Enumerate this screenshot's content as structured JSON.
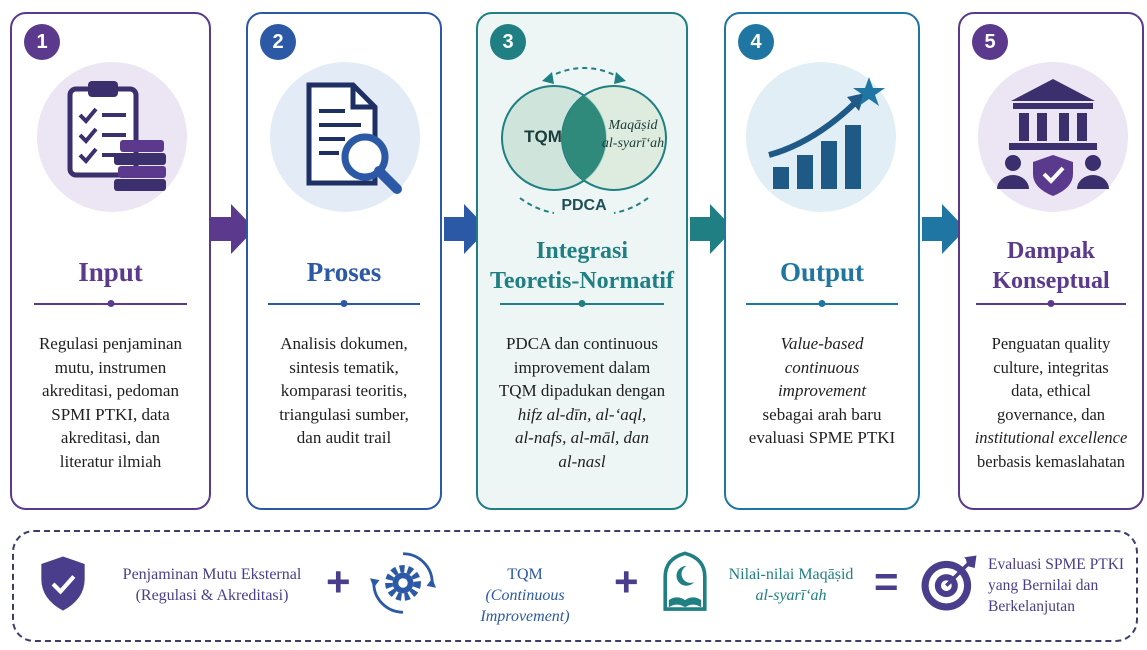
{
  "cards": [
    {
      "number": "1",
      "title": "Input",
      "lines": [
        "Regulasi penjaminan",
        "mutu, instrumen",
        "akreditasi, pedoman",
        "SPMI PTKI, data",
        "akreditasi, dan",
        "literatur ilmiah"
      ],
      "color": "#5b3a8e"
    },
    {
      "number": "2",
      "title": "Proses",
      "lines": [
        "Analisis dokumen,",
        "sintesis tematik,",
        "komparasi teoritis,",
        "triangulasi sumber,",
        "dan audit trail"
      ],
      "color": "#2c59a6"
    },
    {
      "number": "3",
      "title_lines": [
        "Integrasi",
        "Teoretis-Normatif"
      ],
      "lines": [
        "PDCA dan continuous",
        "improvement dalam",
        "TQM dipadukan dengan",
        "hifz al-dīn, al-‘aql,",
        "al-nafs, al-māl, dan",
        "al-nasl"
      ],
      "color": "#1f7f83",
      "venn": {
        "left": "TQM",
        "right_l1": "Maqāṣid",
        "right_l2": "al-syarī‘ah",
        "cycle": "PDCA"
      }
    },
    {
      "number": "4",
      "title": "Output",
      "lines": [
        "Value-based",
        "continuous",
        "improvement",
        "sebagai arah baru",
        "evaluasi SPME PTKI"
      ],
      "color": "#1f76a3"
    },
    {
      "number": "5",
      "title_lines": [
        "Dampak",
        "Konseptual"
      ],
      "lines": [
        "Penguatan quality",
        "culture, integritas",
        "data, ethical",
        "governance, dan",
        "institutional excellence",
        "berbasis kemaslahatan"
      ],
      "color": "#5b3a8e"
    }
  ],
  "formula": {
    "item1": {
      "l1": "Penjaminan Mutu Eksternal",
      "l2": "(Regulasi & Akreditasi)"
    },
    "plus1": "+",
    "item2": {
      "l1": "TQM",
      "l2": "(Continuous Improvement)"
    },
    "plus2": "+",
    "item3": {
      "l1": "Nilai-nilai Maqāṣid",
      "l2": "al-syarī‘ah"
    },
    "equals": "=",
    "item4": {
      "l1": "Evaluasi SPME PTKI",
      "l2": "yang Bernilai dan",
      "l3": "Berkelanjutan"
    }
  },
  "icons": [
    "clipboard-books-icon",
    "document-search-icon",
    "venn-diagram-icon",
    "growth-chart-icon",
    "institution-people-icon",
    "shield-check-icon",
    "gear-cycle-icon",
    "mosque-book-icon",
    "target-arrow-icon"
  ],
  "colors": {
    "purple": "#5b3a8e",
    "blue": "#2c59a6",
    "teal": "#1f7f83",
    "cyan": "#1f76a3",
    "navy": "#2e2a6b"
  }
}
